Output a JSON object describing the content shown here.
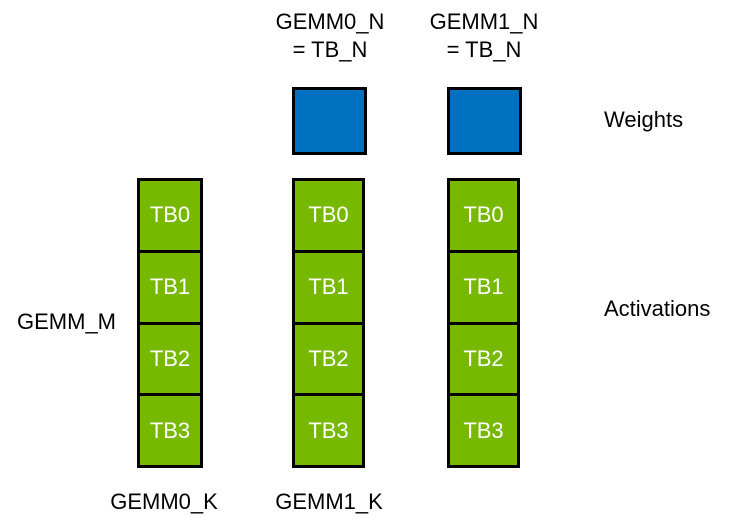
{
  "colors": {
    "weights_fill": "#0070C0",
    "activations_fill": "#76B900",
    "border": "#000000",
    "tile_text": "#FFFFFF",
    "label_text": "#000000",
    "bg": "#FFFFFF"
  },
  "top_labels": [
    {
      "line1": "GEMM0_N",
      "line2": "= TB_N"
    },
    {
      "line1": "GEMM1_N",
      "line2": "= TB_N"
    }
  ],
  "weights_label": "Weights",
  "activations_label": "Activations",
  "gemm_m_label": "GEMM_M",
  "bottom_labels": {
    "gemm0_k": "GEMM0_K",
    "gemm1_k": "GEMM1_K"
  },
  "columns": [
    {
      "tiles": [
        "TB0",
        "TB1",
        "TB2",
        "TB3"
      ]
    },
    {
      "tiles": [
        "TB0",
        "TB1",
        "TB2",
        "TB3"
      ]
    },
    {
      "tiles": [
        "TB0",
        "TB1",
        "TB2",
        "TB3"
      ]
    }
  ]
}
